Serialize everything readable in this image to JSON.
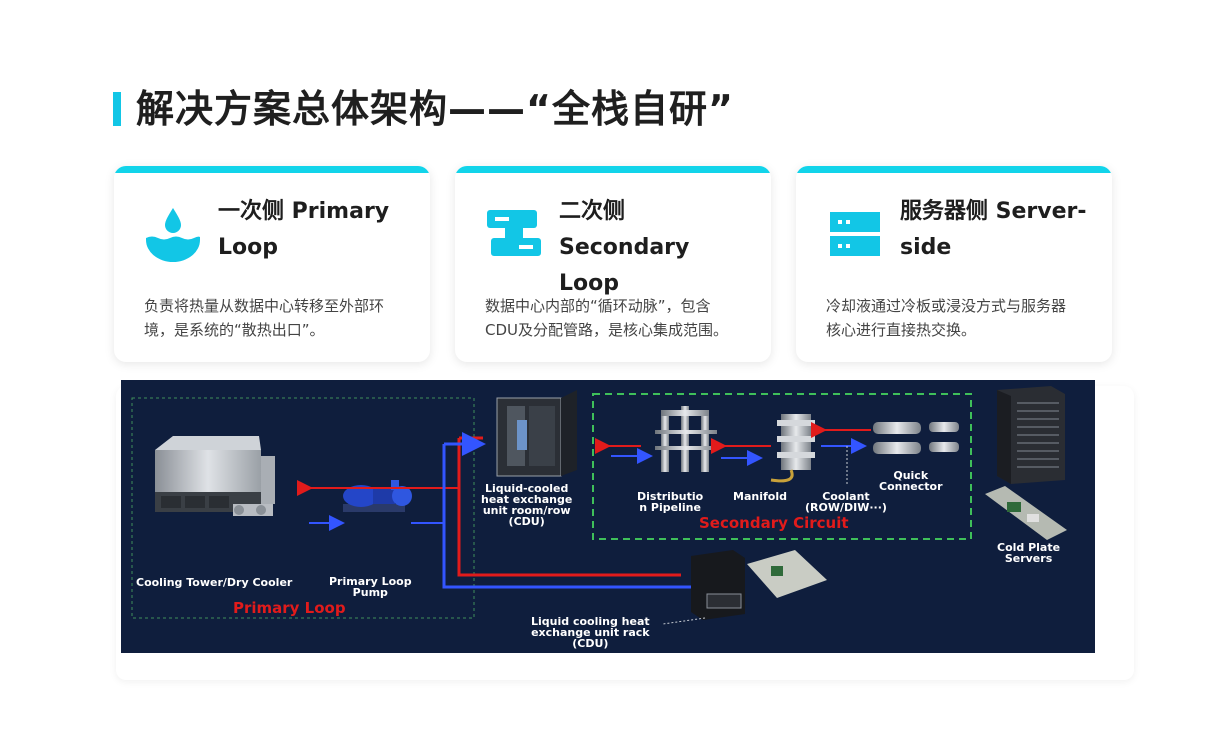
{
  "title": "解决方案总体架构——“全栈自研”",
  "cards": [
    {
      "icon": "water-drop-icon",
      "title_line1": "一次侧 Primary",
      "title_line2": "Loop",
      "desc_line1": "负责将热量从数据中心转移至外部环",
      "desc_line2": "境，是系统的“散热出口”。"
    },
    {
      "icon": "flow-pipe-icon",
      "title_line1": "二次侧 Secondary",
      "title_line2": "Loop",
      "desc_line1": "数据中心内部的“循环动脉”，包含",
      "desc_line2": "CDU及分配管路，是核心集成范围。"
    },
    {
      "icon": "server-icon",
      "title_line1": "服务器侧 Server-",
      "title_line2": "side",
      "desc_line1": "冷却液通过冷板或浸没方式与服务器",
      "desc_line2": "核心进行直接热交换。"
    }
  ],
  "diagram": {
    "cooling_tower": "Cooling Tower/Dry Cooler",
    "pump_line1": "Primary Loop",
    "pump_line2": "Pump",
    "primary_loop": "Primary Loop",
    "cdu_room_line1": "Liquid-cooled",
    "cdu_room_line2": "heat exchange",
    "cdu_room_line3": "unit room/row",
    "cdu_room_line4": "(CDU)",
    "distribution_line1": "Distributio",
    "distribution_line2": "n Pipeline",
    "manifold": "Manifold",
    "coolant_line1": "Coolant",
    "coolant_line2": "(ROW/DIW···)",
    "quick_line1": "Quick",
    "quick_line2": "Connector",
    "secondary_circuit": "Secondary Circuit",
    "cold_plate_line1": "Cold Plate",
    "cold_plate_line2": "Servers",
    "cdu_rack_line1": "Liquid cooling heat",
    "cdu_rack_line2": "exchange unit rack",
    "cdu_rack_line3": "(CDU)"
  },
  "colors": {
    "accent": "#12d4ea",
    "diagram_bg": "#0f1e3d",
    "red": "#e11b1b",
    "blue": "#2f4fff",
    "green_dash": "#3fbf5a"
  }
}
